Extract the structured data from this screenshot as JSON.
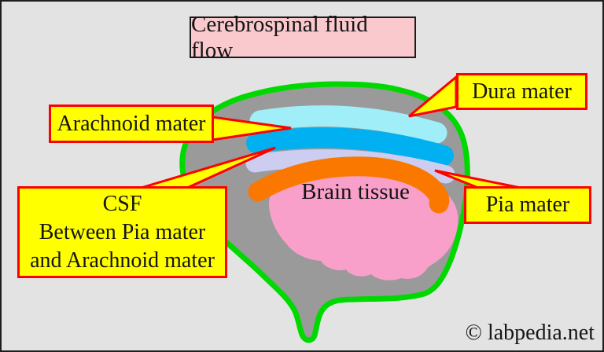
{
  "title": "Cerebrospinal fluid flow",
  "labels": {
    "dura": "Dura mater",
    "arachnoid": "Arachnoid mater",
    "csf_line1": "CSF",
    "csf_line2": "Between Pia mater",
    "csf_line3": "and Arachnoid mater",
    "pia": "Pia mater",
    "brain": "Brain tissue"
  },
  "watermark": {
    "text": "© labpedia.net"
  },
  "colors": {
    "background": "#e3e3e3",
    "frame_border": "#1e1e1e",
    "title_box_bg": "#f9c9ce",
    "label_box_bg": "#ffff00",
    "label_box_border": "#fe0000",
    "skull_fill": "#9a9a9a",
    "skull_outline_green": "#00d900",
    "dura_layer": "#a0eef8",
    "arachnoid_layer": "#00b0f0",
    "csf_layer": "#cdcdf2",
    "pia_layer": "#fa7800",
    "brain_tissue": "#f9a0ca",
    "text": "#141414"
  }
}
